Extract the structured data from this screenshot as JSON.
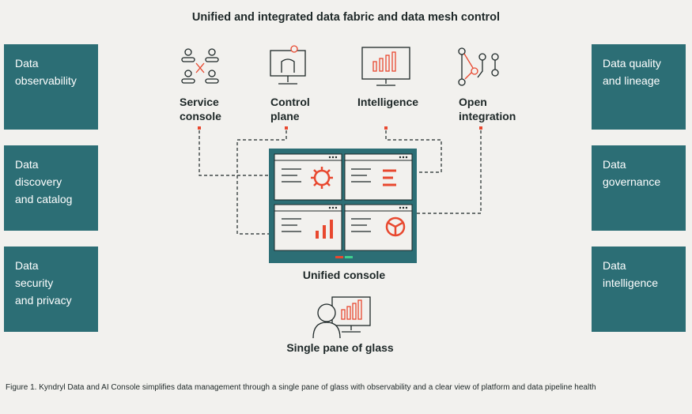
{
  "title": "Unified and integrated data fabric and data mesh control",
  "left_boxes": [
    {
      "lines": [
        "Data",
        "observability"
      ]
    },
    {
      "lines": [
        "Data",
        "discovery",
        "and catalog"
      ]
    },
    {
      "lines": [
        "Data",
        "security",
        "and privacy"
      ]
    }
  ],
  "right_boxes": [
    {
      "lines": [
        "Data quality",
        "and lineage"
      ]
    },
    {
      "lines": [
        "Data",
        "governance"
      ]
    },
    {
      "lines": [
        "Data",
        "intelligence"
      ]
    }
  ],
  "top_items": [
    {
      "icon": "service-console-icon",
      "lines": [
        "Service",
        "console"
      ]
    },
    {
      "icon": "control-plane-icon",
      "lines": [
        "Control",
        "plane"
      ]
    },
    {
      "icon": "intelligence-icon",
      "lines": [
        "Intelligence"
      ]
    },
    {
      "icon": "open-integration-icon",
      "lines": [
        "Open",
        "integration"
      ]
    }
  ],
  "console_label": "Unified console",
  "pane_label": "Single pane of glass",
  "caption": "Figure 1. Kyndryl Data and AI Console simplifies data management through a single pane of glass with observability and a clear view of platform and data pipeline health",
  "colors": {
    "teal": "#2c6e75",
    "orange_red": "#e8482f",
    "green": "#3fcf8e",
    "background": "#f2f1ee"
  }
}
